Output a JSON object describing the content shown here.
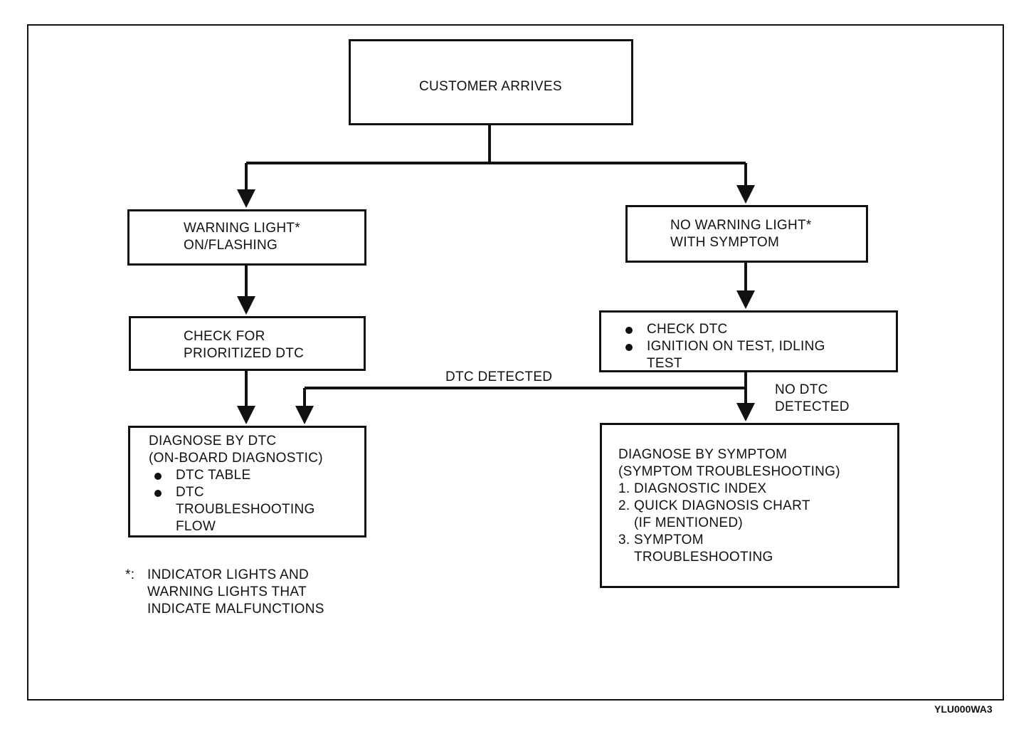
{
  "nodes": {
    "customer_arrives": {
      "text": "CUSTOMER ARRIVES"
    },
    "warning_light": {
      "line1": "WARNING LIGHT*",
      "line2": "ON/FLASHING"
    },
    "no_warning_light": {
      "line1": "NO WARNING LIGHT*",
      "line2": "WITH SYMPTOM"
    },
    "check_prioritized": {
      "line1": "CHECK FOR",
      "line2": "PRIORITIZED DTC"
    },
    "check_dtc": {
      "bullet1": "CHECK DTC",
      "bullet2_line1": "IGNITION ON TEST, IDLING",
      "bullet2_line2": "TEST"
    },
    "diagnose_dtc": {
      "line1": "DIAGNOSE BY DTC",
      "line2": "(ON-BOARD DIAGNOSTIC)",
      "bullet1": "DTC TABLE",
      "bullet2_line1": "DTC",
      "bullet2_line2": "TROUBLESHOOTING",
      "bullet2_line3": "FLOW"
    },
    "diagnose_symptom": {
      "line1": "DIAGNOSE BY SYMPTOM",
      "line2": "(SYMPTOM TROUBLESHOOTING)",
      "item1": "1. DIAGNOSTIC INDEX",
      "item2_line1": "2. QUICK DIAGNOSIS CHART",
      "item2_line2": "(IF MENTIONED)",
      "item3_line1": "3. SYMPTOM",
      "item3_line2": "TROUBLESHOOTING"
    }
  },
  "edge_labels": {
    "dtc_detected": "DTC DETECTED",
    "no_dtc_line1": "NO DTC",
    "no_dtc_line2": "DETECTED"
  },
  "footnote": {
    "marker": "*:",
    "line1": "INDICATOR LIGHTS AND",
    "line2": "WARNING LIGHTS THAT",
    "line3": "INDICATE MALFUNCTIONS"
  },
  "figure_code": "YLU000WA3",
  "colors": {
    "ink": "#111111",
    "background": "#ffffff"
  }
}
